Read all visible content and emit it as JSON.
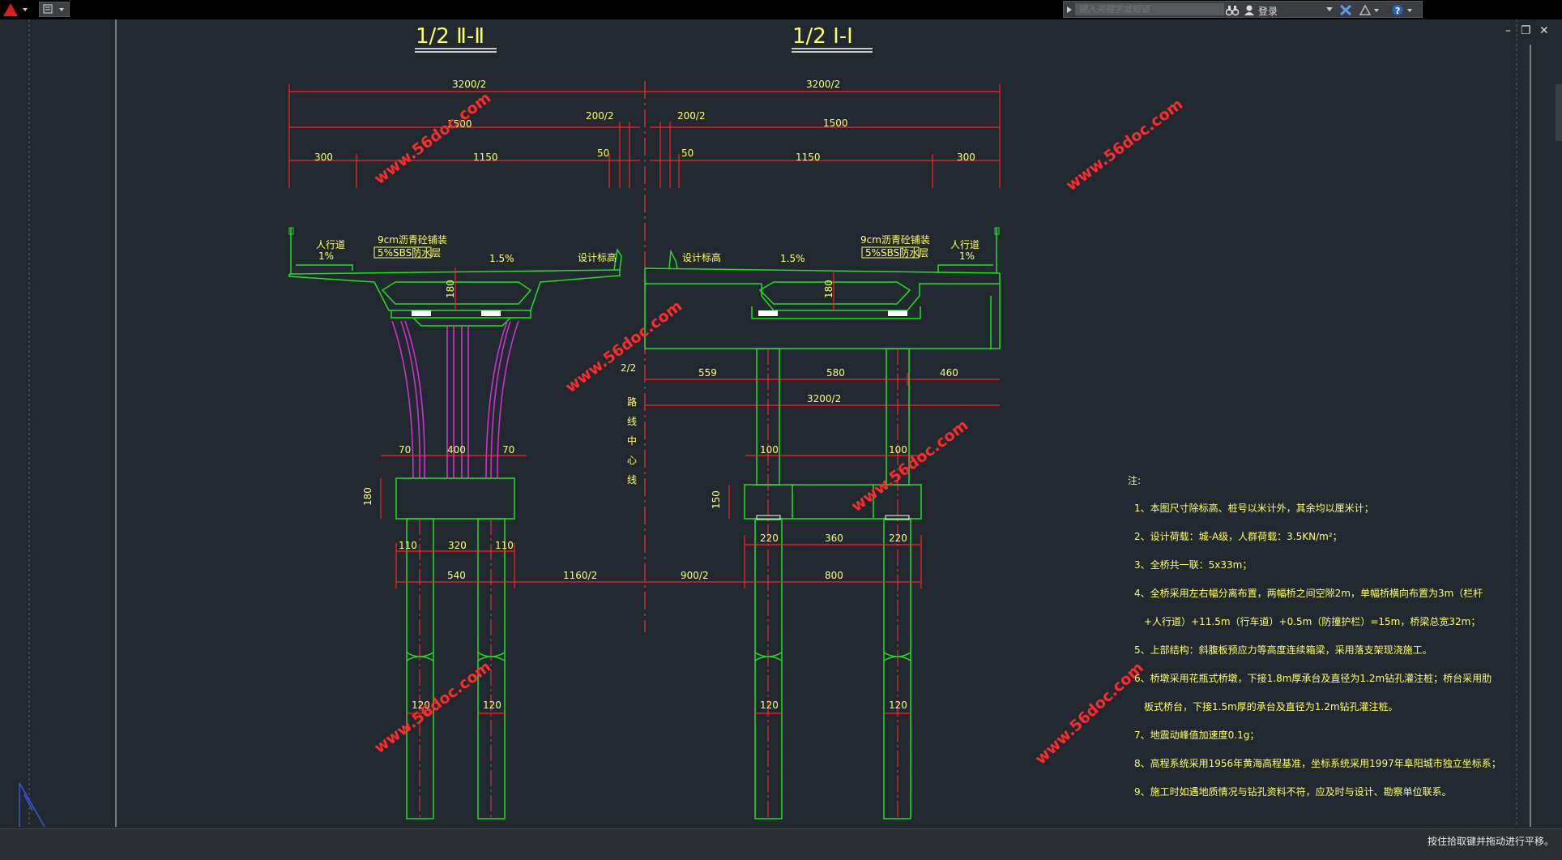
{
  "toolbar": {
    "search_placeholder": "键入关键字或短语",
    "login_label": "登录"
  },
  "status": {
    "hint": "按住拾取键并拖动进行平移。"
  },
  "drawing": {
    "section_left_title": "1/2 Ⅱ-Ⅱ",
    "section_right_title": "1/2  I-I",
    "watermark": "www.56doc.com",
    "dims_top": {
      "left_total": "3200/2",
      "right_total": "3200/2",
      "left_200": "200/2",
      "right_200": "200/2",
      "left_1500": "1500",
      "right_1500": "1500",
      "left_300": "300",
      "left_1150": "1150",
      "left_50": "50",
      "right_50": "50",
      "right_1150": "1150",
      "right_300": "300"
    },
    "deck_labels": {
      "sidewalk": "人行道",
      "slope_1pct": "1%",
      "asphalt": "9cm沥青砼铺装",
      "waterproof": "5%SBS防水层",
      "slope_15": "1.5%",
      "design_elev": "设计标高",
      "depth_180": "180"
    },
    "left_pier": {
      "d70a": "70",
      "d400": "400",
      "d70b": "70",
      "d180": "180",
      "d110a": "110",
      "d320": "320",
      "d110b": "110",
      "d540": "540",
      "d1160": "1160/2",
      "d120a": "120",
      "d120b": "120"
    },
    "center_line": {
      "half": "2/2",
      "label": "路线中心线",
      "chars": [
        "路",
        "线",
        "中",
        "心",
        "线"
      ]
    },
    "right_pier": {
      "d559": "559",
      "d580": "580",
      "d460": "460",
      "d3200": "3200/2",
      "d100a": "100",
      "d100b": "100",
      "d150": "150",
      "d220a": "220",
      "d360": "360",
      "d220b": "220",
      "d900": "900/2",
      "d800": "800",
      "d120a": "120",
      "d120b": "120"
    },
    "notes": {
      "title": "注:",
      "items": [
        "1、本图尺寸除标高、桩号以米计外，其余均以厘米计；",
        "2、设计荷载：城-A级，人群荷载：3.5KN/m²；",
        "3、全桥共一联：5x33m；",
        "4、全桥采用左右幅分离布置，两幅桥之间空隙2m，单幅桥横向布置为3m（栏杆",
        "+人行道）+11.5m（行车道）+0.5m（防撞护栏）=15m，桥梁总宽32m；",
        "5、上部结构：斜腹板预应力等高度连续箱梁，采用落支架现浇施工。",
        "6、桥墩采用花瓶式桥墩，下接1.8m厚承台及直径为1.2m钻孔灌注桩；桥台采用肋",
        "板式桥台，下接1.5m厚的承台及直径为1.2m钻孔灌注桩。",
        "7、地震动峰值加速度0.1g；",
        "8、高程系统采用1956年黄海高程基准，坐标系统采用1997年阜阳城市独立坐标系；",
        "9、施工时如遇地质情况与钻孔资料不符，应及时与设计、勘察单位联系。"
      ]
    }
  },
  "colors": {
    "background": "#212830",
    "dimension": "#ff2222",
    "structure": "#20e020",
    "text": "#ffff66",
    "tendon": "#cc33cc",
    "centerline": "#ff3333",
    "watermark": "#ff2b2b"
  }
}
